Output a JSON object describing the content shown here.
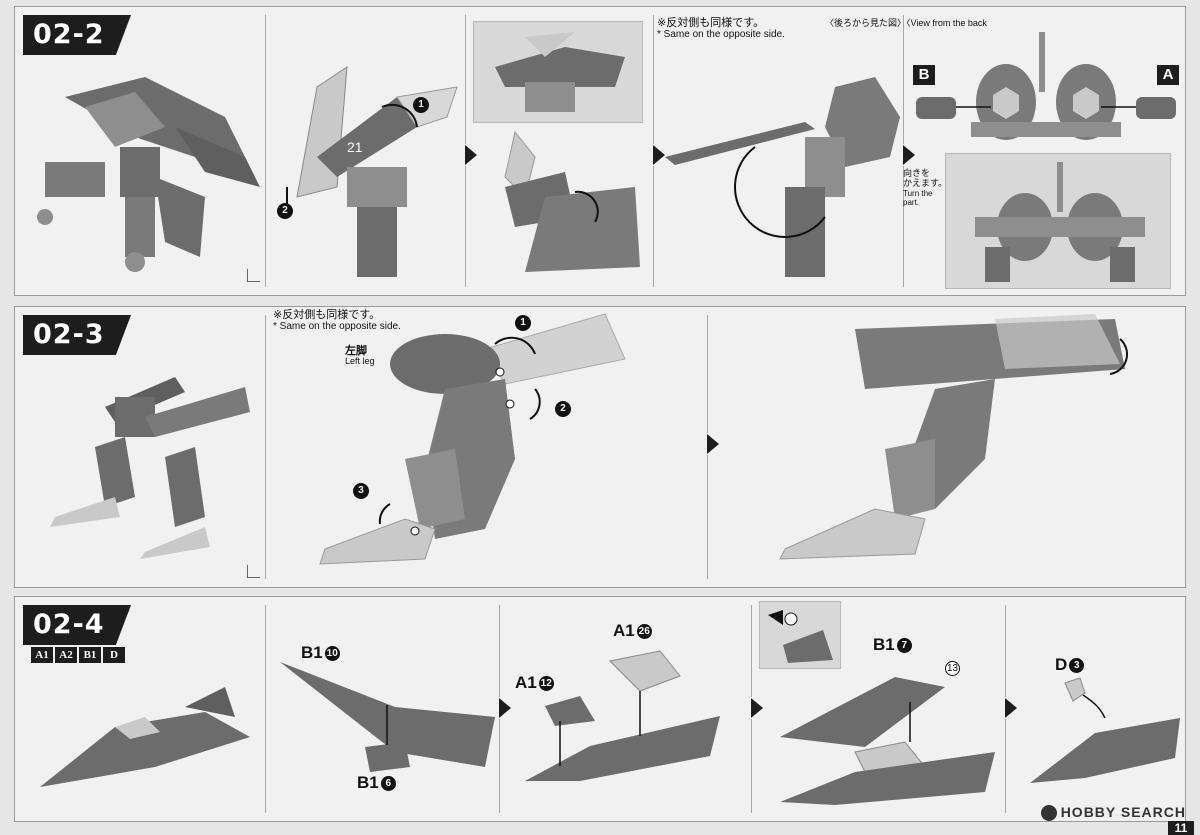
{
  "sections": [
    {
      "step": "02-2",
      "notes": {
        "opposite_jp": "※反対側も同様です。",
        "opposite_en": "* Same on the opposite side.",
        "back_view_jp": "〈後ろから見た図〉",
        "back_view_en": "〈View from the back",
        "turn_jp": "向きを\nかえます。",
        "turn_en": "Turn the\npart."
      },
      "markers": {
        "a": "A",
        "b": "B"
      },
      "step_numbers": [
        "1",
        "2"
      ],
      "decal_text": "21"
    },
    {
      "step": "02-3",
      "notes": {
        "opposite_jp": "※反対側も同様です。",
        "opposite_en": "* Same on the opposite side."
      },
      "labels": {
        "left_leg_jp": "左脚",
        "left_leg_en": "Left leg"
      },
      "step_numbers": [
        "1",
        "2",
        "3"
      ]
    },
    {
      "step": "02-4",
      "runners": [
        "A1",
        "A2",
        "B1",
        "D"
      ],
      "parts": [
        {
          "runner": "B1",
          "number": "10"
        },
        {
          "runner": "B1",
          "number": "6"
        },
        {
          "runner": "A1",
          "number": "12"
        },
        {
          "runner": "A1",
          "number": "26"
        },
        {
          "runner": "B1",
          "number": "7"
        },
        {
          "runner": "D",
          "number": "3"
        }
      ],
      "sticker_number": "13"
    }
  ],
  "watermark": "HOBBY SEARCH",
  "page_number": "11",
  "colors": {
    "background": "#e6e6e6",
    "panel": "#f1f1f1",
    "ink": "#1d1d1d",
    "part_dark": "#6c6c6c",
    "part_mid": "#8e8e8e",
    "part_light": "#c9c9c9"
  }
}
